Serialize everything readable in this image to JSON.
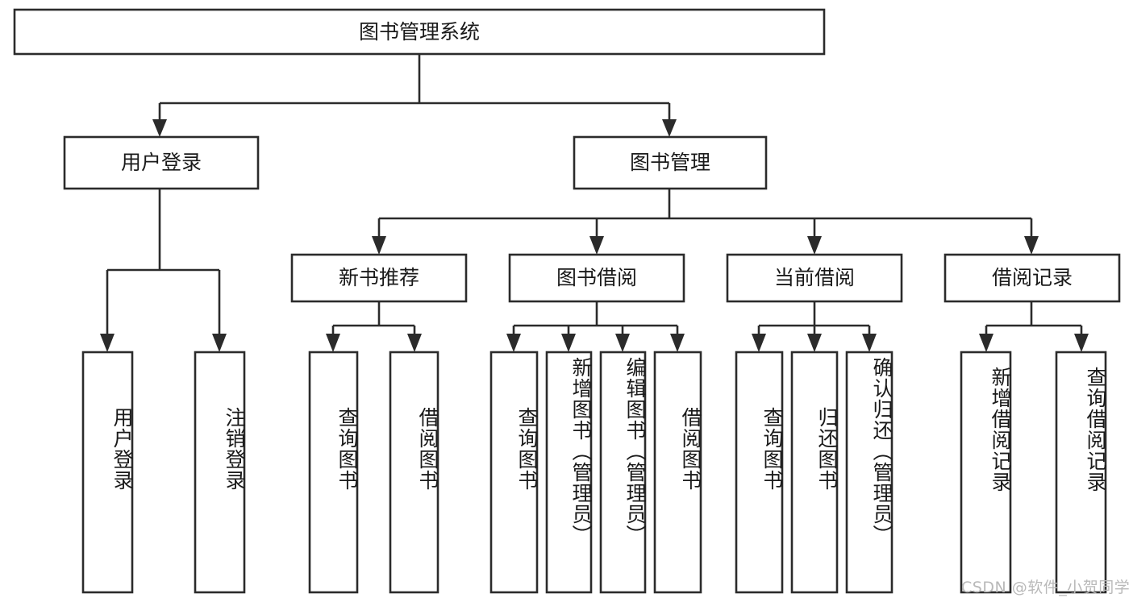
{
  "diagram": {
    "title": "图书管理系统",
    "type": "tree",
    "orientation": "top-down",
    "colors": {
      "background": "#ffffff",
      "box_stroke": "#2b2b2b",
      "box_fill": "#ffffff",
      "text": "#1a1a1a",
      "watermark": "#b9b9b9"
    }
  },
  "nodes": {
    "root": {
      "label": "图书管理系统"
    },
    "level2": [
      {
        "id": "user-login",
        "label": "用户登录"
      },
      {
        "id": "book-manage",
        "label": "图书管理"
      }
    ],
    "level3": [
      {
        "id": "new-book-rec",
        "label": "新书推荐"
      },
      {
        "id": "book-borrow",
        "label": "图书借阅"
      },
      {
        "id": "current-borrow",
        "label": "当前借阅"
      },
      {
        "id": "borrow-record",
        "label": "借阅记录"
      }
    ],
    "leaves": {
      "user-login": [
        {
          "id": "leaf-user-login",
          "label": "用户登录"
        },
        {
          "id": "leaf-logout",
          "label": "注销登录"
        }
      ],
      "new-book-rec": [
        {
          "id": "leaf-query-book-1",
          "label": "查询图书"
        },
        {
          "id": "leaf-borrow-book-1",
          "label": "借阅图书"
        }
      ],
      "book-borrow": [
        {
          "id": "leaf-query-book-2",
          "label": "查询图书"
        },
        {
          "id": "leaf-add-book",
          "label": "新增图书（管理员）"
        },
        {
          "id": "leaf-edit-book",
          "label": "编辑图书（管理员）"
        },
        {
          "id": "leaf-borrow-book-2",
          "label": "借阅图书"
        }
      ],
      "current-borrow": [
        {
          "id": "leaf-query-book-3",
          "label": "查询图书"
        },
        {
          "id": "leaf-return-book",
          "label": "归还图书"
        },
        {
          "id": "leaf-confirm-return",
          "label": "确认归还（管理员）"
        }
      ],
      "borrow-record": [
        {
          "id": "leaf-add-record",
          "label": "新增借阅记录"
        },
        {
          "id": "leaf-query-record",
          "label": "查询借阅记录"
        }
      ]
    }
  },
  "watermark": {
    "text": "CSDN @软件_小贺同学"
  }
}
